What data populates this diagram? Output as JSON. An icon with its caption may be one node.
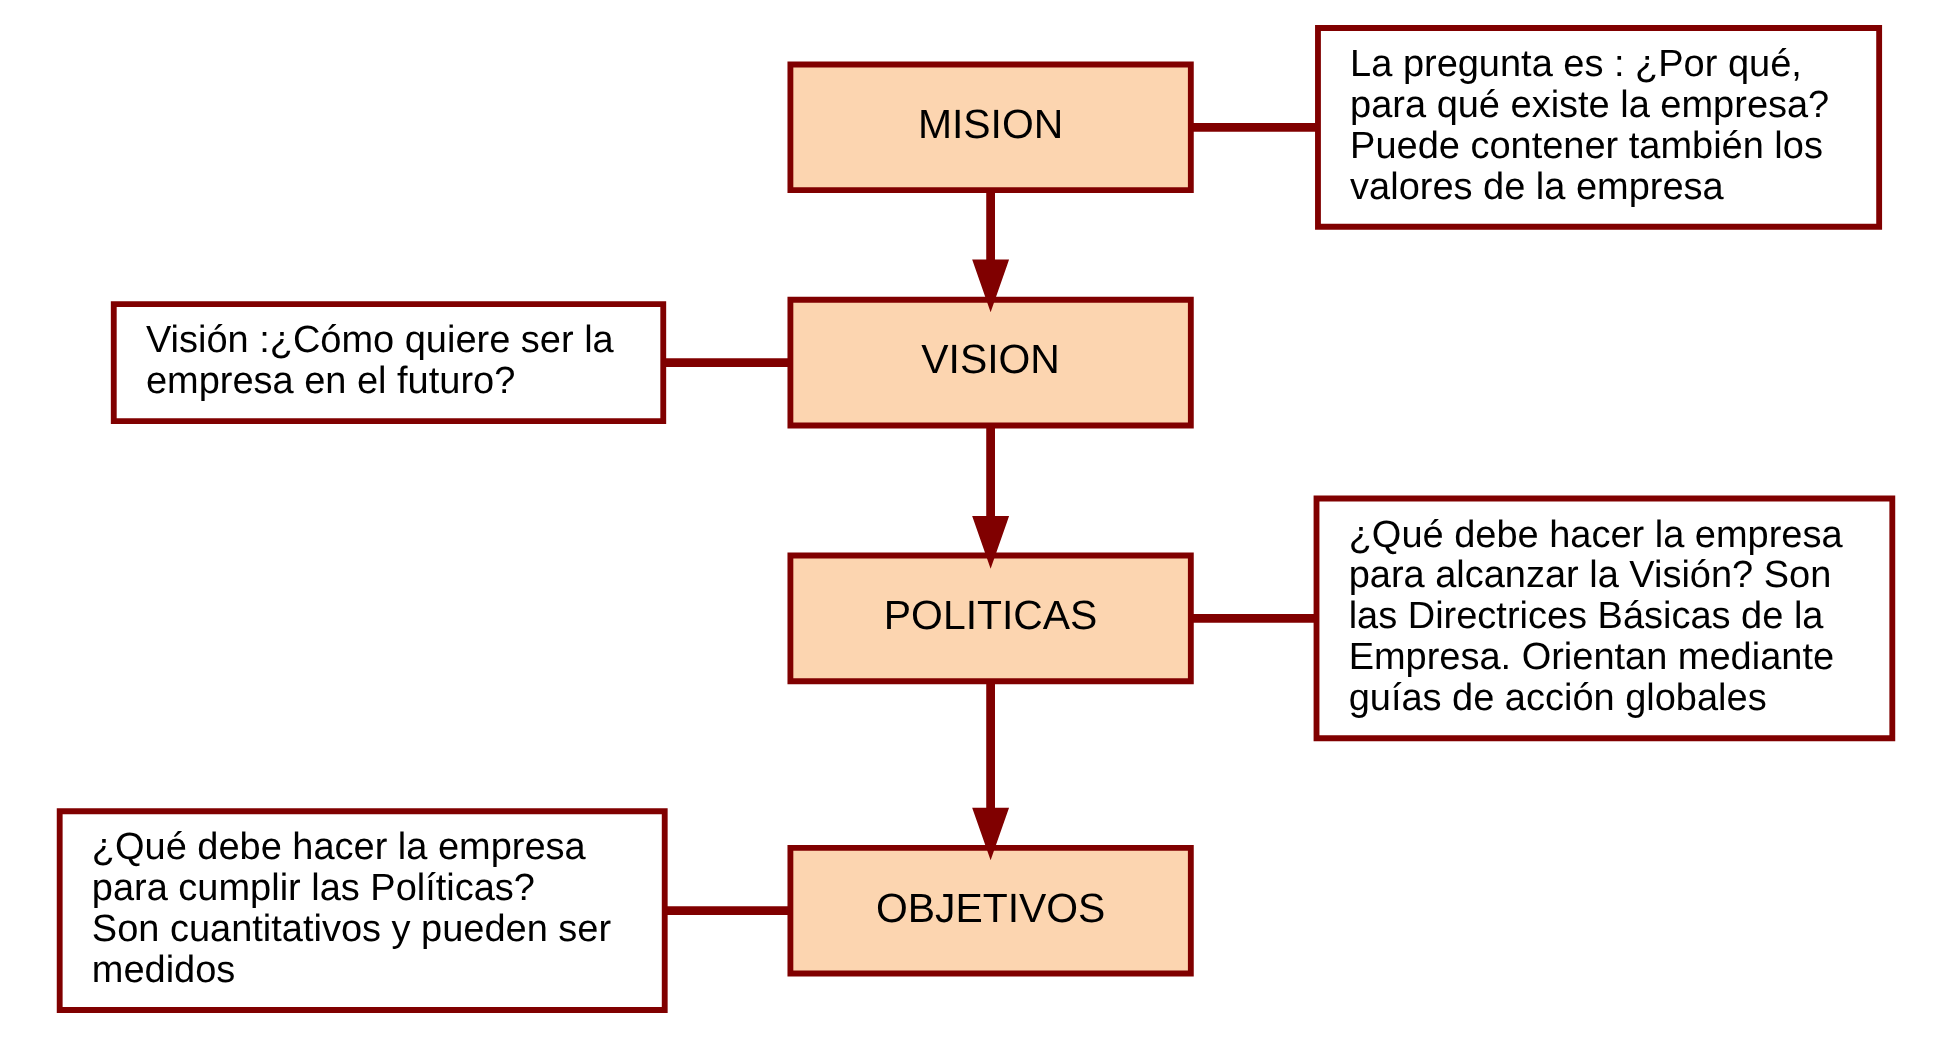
{
  "diagram": {
    "nodes": [
      {
        "text": [
          "MISION"
        ]
      },
      {
        "text": [
          "La pregunta es : ¿Por qué, para qué existe la empresa? Puede contener también los valores de la empresa"
        ]
      },
      {
        "text": [
          "Visión :¿Cómo quiere ser la empresa en el futuro?"
        ]
      },
      {
        "text": [
          "VISION"
        ]
      },
      {
        "text": [
          "POLITICAS"
        ]
      },
      {
        "text": [
          "¿Qué debe hacer la empresa para alcanzar la Visión? Son las Directrices Básicas de la Empresa. Orientan mediante guías de acción globales"
        ]
      },
      {
        "text": [
          "¿Qué debe hacer la empresa para cumplir las Políticas? Son cuantitativos y pueden ser medidos"
        ]
      },
      {
        "text": [
          "OBJETIVOS"
        ]
      }
    ],
    "edges": [
      {
        "from": 0,
        "to": 3,
        "arrow": "to"
      },
      {
        "from": 3,
        "to": 4,
        "arrow": "to"
      },
      {
        "from": 4,
        "to": 7,
        "arrow": "to"
      },
      {
        "from": 0,
        "to": 1,
        "arrow": "none"
      },
      {
        "from": 2,
        "to": 3,
        "arrow": "none"
      },
      {
        "from": 4,
        "to": 5,
        "arrow": "none"
      },
      {
        "from": 6,
        "to": 7,
        "arrow": "none"
      }
    ]
  }
}
